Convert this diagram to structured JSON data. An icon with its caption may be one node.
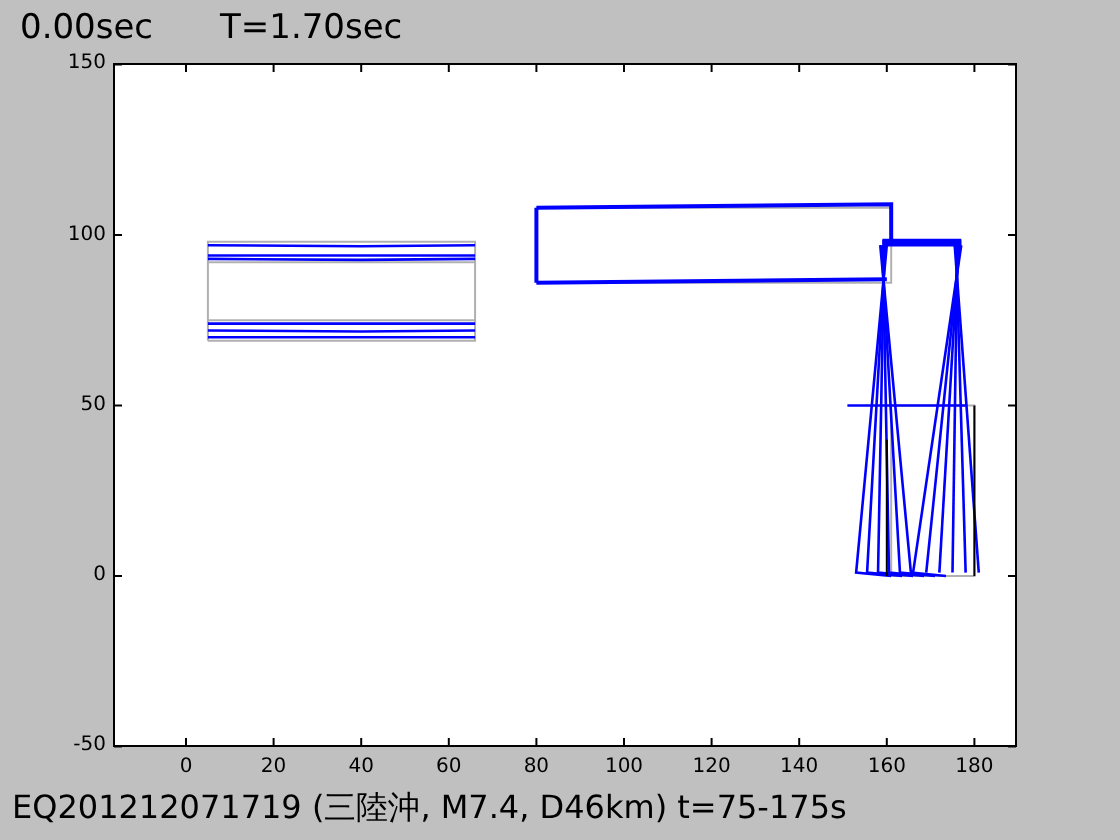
{
  "diagram": {
    "caption": "EQ201212071719 (三陸沖, M7.4, D46km) t=75-175s",
    "labels": [
      "0.00sec",
      "T=1.70sec",
      "150",
      "100",
      "50",
      "0",
      "-50",
      "0",
      "20",
      "40",
      "60",
      "80",
      "100",
      "120",
      "140",
      "160",
      "180"
    ]
  }
}
